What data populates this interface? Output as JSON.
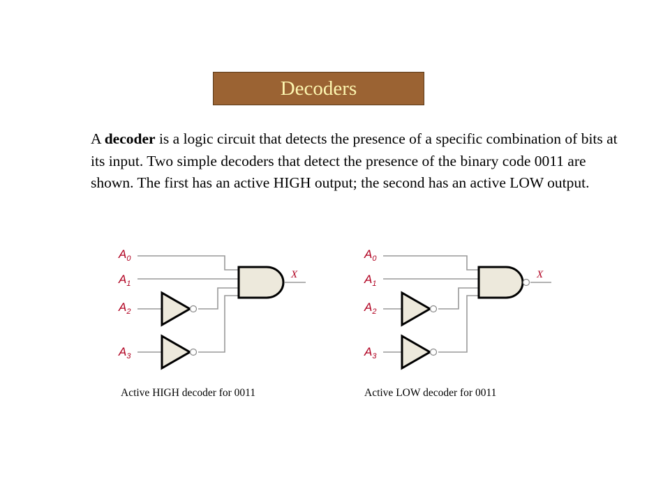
{
  "title": "Decoders",
  "paragraph": {
    "lead": "A ",
    "bold": "decoder",
    "rest": " is a logic circuit that detects the presence of a specific combination of bits at its input. Two simple decoders that detect the presence of the binary code 0011 are shown. The first has an active HIGH output; the second has an active LOW output."
  },
  "circuits": [
    {
      "inputs": [
        {
          "letter": "A",
          "sub": "0"
        },
        {
          "letter": "A",
          "sub": "1"
        },
        {
          "letter": "A",
          "sub": "2"
        },
        {
          "letter": "A",
          "sub": "3"
        }
      ],
      "output": "X",
      "caption": "Active HIGH decoder for 0011"
    },
    {
      "inputs": [
        {
          "letter": "A",
          "sub": "0"
        },
        {
          "letter": "A",
          "sub": "1"
        },
        {
          "letter": "A",
          "sub": "2"
        },
        {
          "letter": "A",
          "sub": "3"
        }
      ],
      "output": "X",
      "caption": "Active LOW decoder for 0011"
    }
  ],
  "colors": {
    "title_bg": "#9b6333",
    "title_text": "#fdf6b0",
    "label": "#b00020"
  }
}
